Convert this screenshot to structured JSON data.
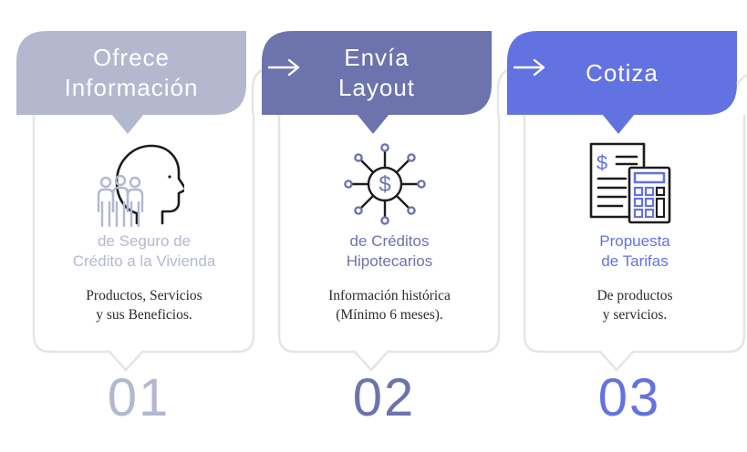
{
  "colors": {
    "step1": "#b3b8cf",
    "step2": "#6c73ad",
    "step3": "#6372e1",
    "border": "#e5e5e5",
    "text": "#2b2b2b",
    "icon_dark": "#1c1c1c"
  },
  "steps": [
    {
      "title_line1": "Ofrece",
      "title_line2": "Información",
      "icon": "head-people-icon",
      "subtitle_line1": "de Seguro de",
      "subtitle_line2": "Crédito a la Vivienda",
      "desc_line1": "Productos, Servicios",
      "desc_line2": "y sus Beneficios.",
      "number": "01"
    },
    {
      "title_line1": "Envía",
      "title_line2": "Layout",
      "icon": "dollar-network-icon",
      "subtitle_line1": "de Créditos",
      "subtitle_line2": "Hipotecarios",
      "desc_line1": "Información histórica",
      "desc_line2": "(Mínimo 6 meses).",
      "number": "02"
    },
    {
      "title_line1": "Cotiza",
      "title_line2": "",
      "icon": "invoice-calculator-icon",
      "subtitle_line1": "Propuesta",
      "subtitle_line2": "de Tarifas",
      "desc_line1": "De productos",
      "desc_line2": "y servicios.",
      "number": "03"
    }
  ]
}
